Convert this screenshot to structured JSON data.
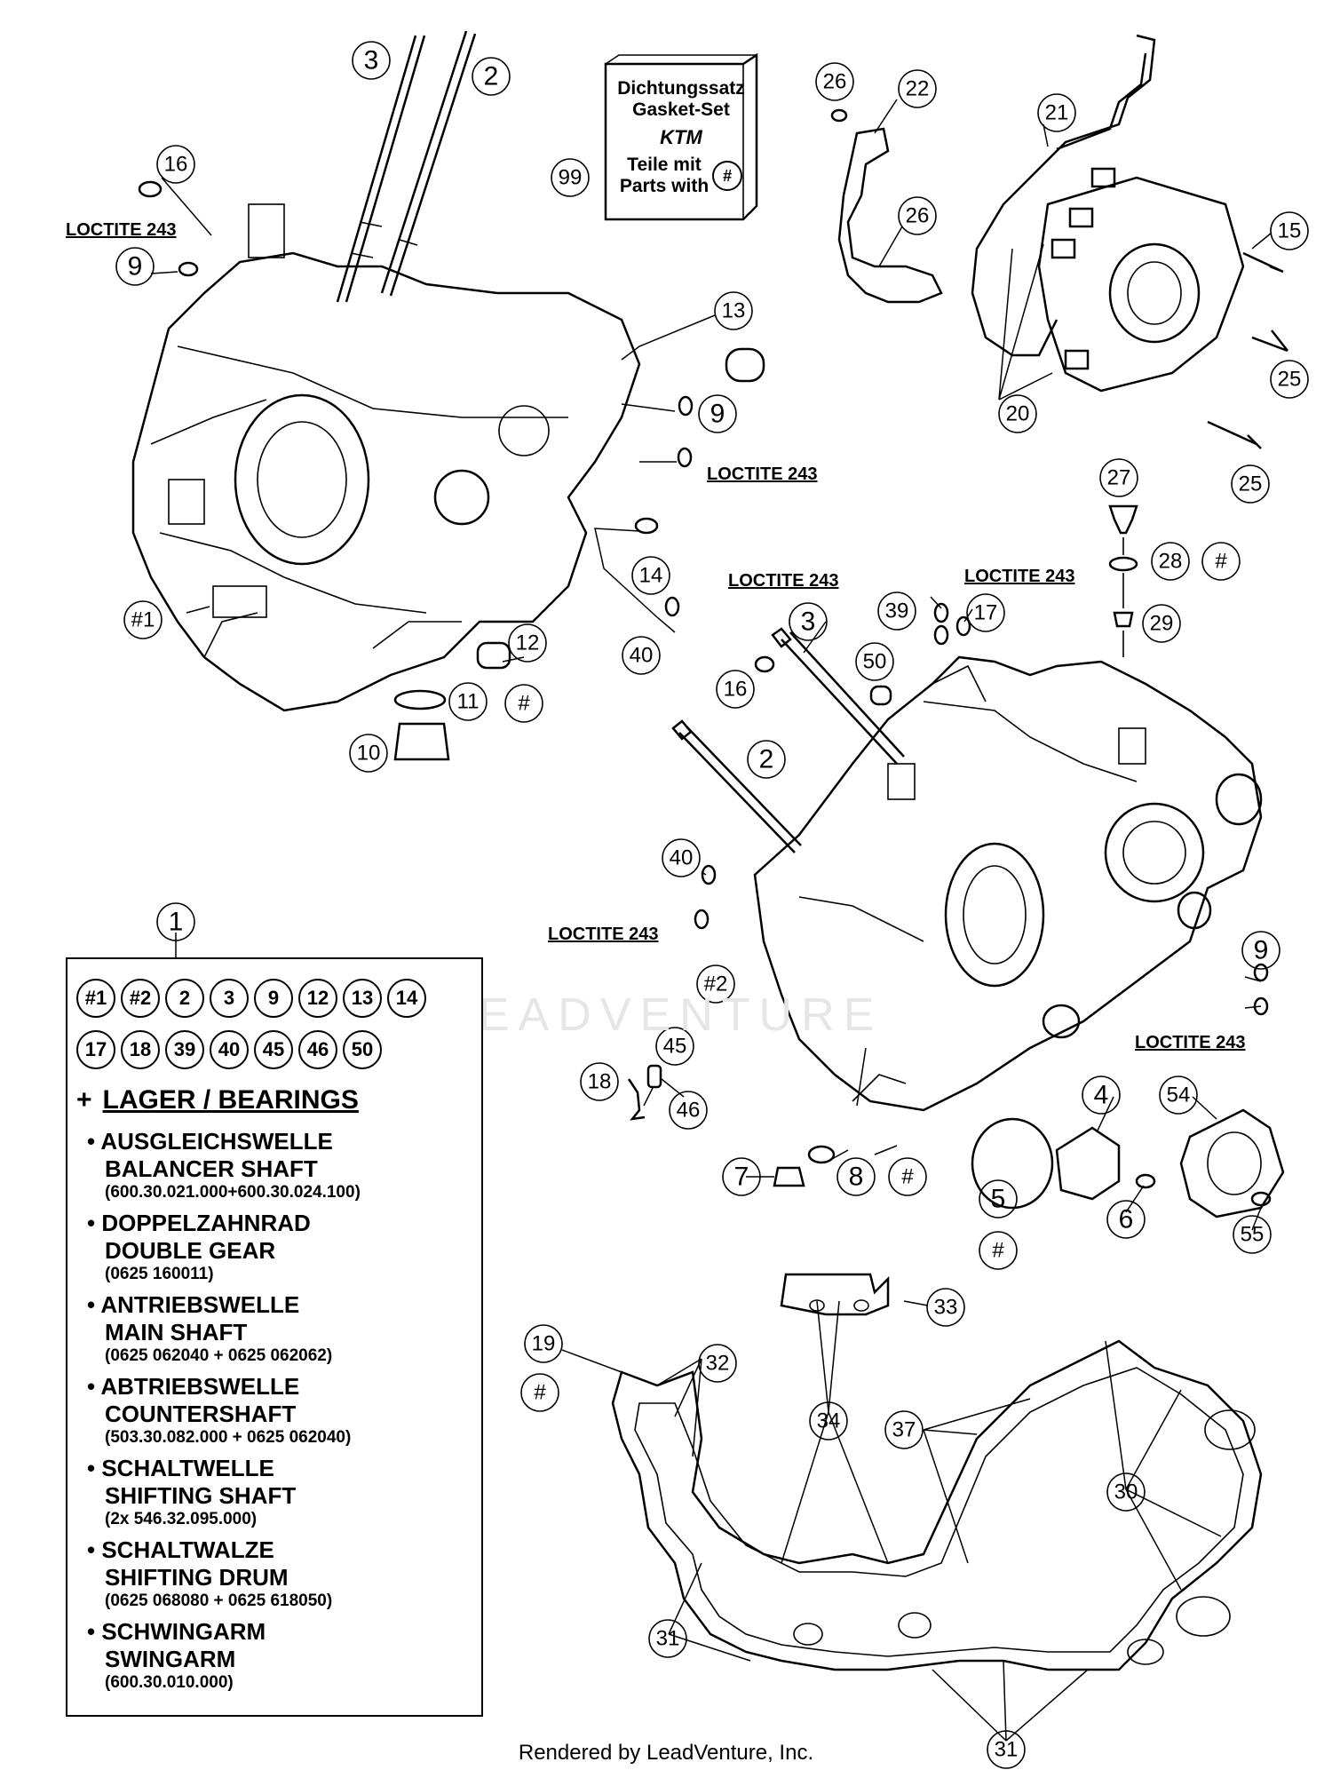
{
  "callouts": {
    "c3a": "3",
    "c2a": "2",
    "c16a": "16",
    "c9a": "9",
    "c13": "13",
    "c9b": "9",
    "c14": "14",
    "c1a": "#1",
    "c12": "12",
    "c11": "11",
    "c11h": "#",
    "c10": "10",
    "c40a": "40",
    "c99": "99",
    "c26a": "26",
    "c22": "22",
    "c26b": "26",
    "c21": "21",
    "c15": "15",
    "c25a": "25",
    "c25b": "25",
    "c20": "20",
    "c27": "27",
    "c28": "28",
    "c28h": "#",
    "c29": "29",
    "c39": "39",
    "c17": "17",
    "c3b": "3",
    "c50": "50",
    "c16b": "16",
    "c2b": "2",
    "c40b": "40",
    "c2h": "#2",
    "c9c": "9",
    "c45": "45",
    "c18": "18",
    "c46": "46",
    "c4": "4",
    "c54": "54",
    "c5": "5",
    "c5h": "#",
    "c6": "6",
    "c7": "7",
    "c8": "8",
    "c8h": "#",
    "c55": "55",
    "c1": "1",
    "c33": "33",
    "c19": "19",
    "c19h": "#",
    "c32": "32",
    "c34": "34",
    "c37": "37",
    "c30": "30",
    "c31a": "31",
    "c31b": "31"
  },
  "loctite": {
    "l1": "LOCTITE 243",
    "l2": "LOCTITE 243",
    "l3": "LOCTITE 243",
    "l4": "LOCTITE 243",
    "l5": "LOCTITE 243",
    "l6": "LOCTITE 243"
  },
  "gasket_set": {
    "line1": "Dichtungssatz",
    "line2": "Gasket-Set",
    "logo": "KTM",
    "line3": "Teile mit",
    "line4": "Parts with",
    "mark": "#"
  },
  "parts_list": {
    "row1": [
      "#1",
      "#2",
      "2",
      "3",
      "9",
      "12",
      "13",
      "14"
    ],
    "row2": [
      "17",
      "18",
      "39",
      "40",
      "45",
      "46",
      "50"
    ],
    "bearings_plus": "+",
    "bearings_heading": "LAGER / BEARINGS",
    "entries": [
      {
        "de": "AUSGLEICHSWELLE",
        "en": "BALANCER SHAFT",
        "pn": "(600.30.021.000+600.30.024.100)"
      },
      {
        "de": "DOPPELZAHNRAD",
        "en": "DOUBLE GEAR",
        "pn": "(0625 160011)"
      },
      {
        "de": "ANTRIEBSWELLE",
        "en": "MAIN SHAFT",
        "pn": "(0625 062040 + 0625 062062)"
      },
      {
        "de": "ABTRIEBSWELLE",
        "en": "COUNTERSHAFT",
        "pn": "(503.30.082.000 + 0625 062040)"
      },
      {
        "de": "SCHALTWELLE",
        "en": "SHIFTING SHAFT",
        "pn": "(2x 546.32.095.000)"
      },
      {
        "de": "SCHALTWALZE",
        "en": "SHIFTING DRUM",
        "pn": "(0625 068080 + 0625 618050)"
      },
      {
        "de": "SCHWINGARM",
        "en": "SWINGARM",
        "pn": "(600.30.010.000)"
      }
    ]
  },
  "footer": "Rendered by LeadVenture, Inc."
}
